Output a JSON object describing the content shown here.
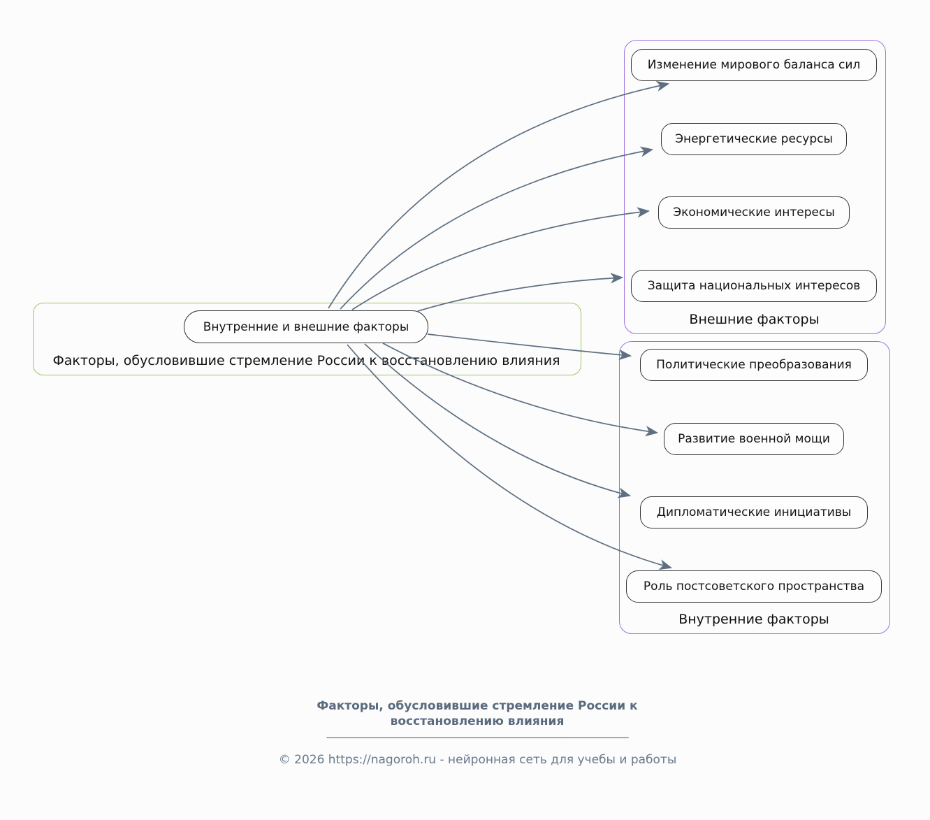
{
  "diagram": {
    "root": {
      "node_label": "Внутренние и внешние факторы",
      "group_label": "Факторы, обусловившие стремление России к восстановлению влияния"
    },
    "external_group": {
      "label": "Внешние факторы",
      "items": [
        "Изменение мирового баланса сил",
        "Энергетические ресурсы",
        "Экономические интересы",
        "Защита национальных интересов"
      ]
    },
    "internal_group": {
      "label": "Внутренние факторы",
      "items": [
        "Политические преобразования",
        "Развитие военной мощи",
        "Дипломатические инициативы",
        "Роль постсоветского пространства"
      ]
    },
    "colors": {
      "arrow": "#5d6f80",
      "outer_group_border": "#9c72dc",
      "root_group_border": "#a1c463",
      "node_border": "#363636",
      "background": "#fcfcfd"
    }
  },
  "footer": {
    "title": "Факторы, обусловившие стремление России к восстановлению влияния",
    "divider": "______________________________________________________",
    "copyright": "© 2026 https://nagoroh.ru - нейронная сеть для учебы и работы"
  }
}
